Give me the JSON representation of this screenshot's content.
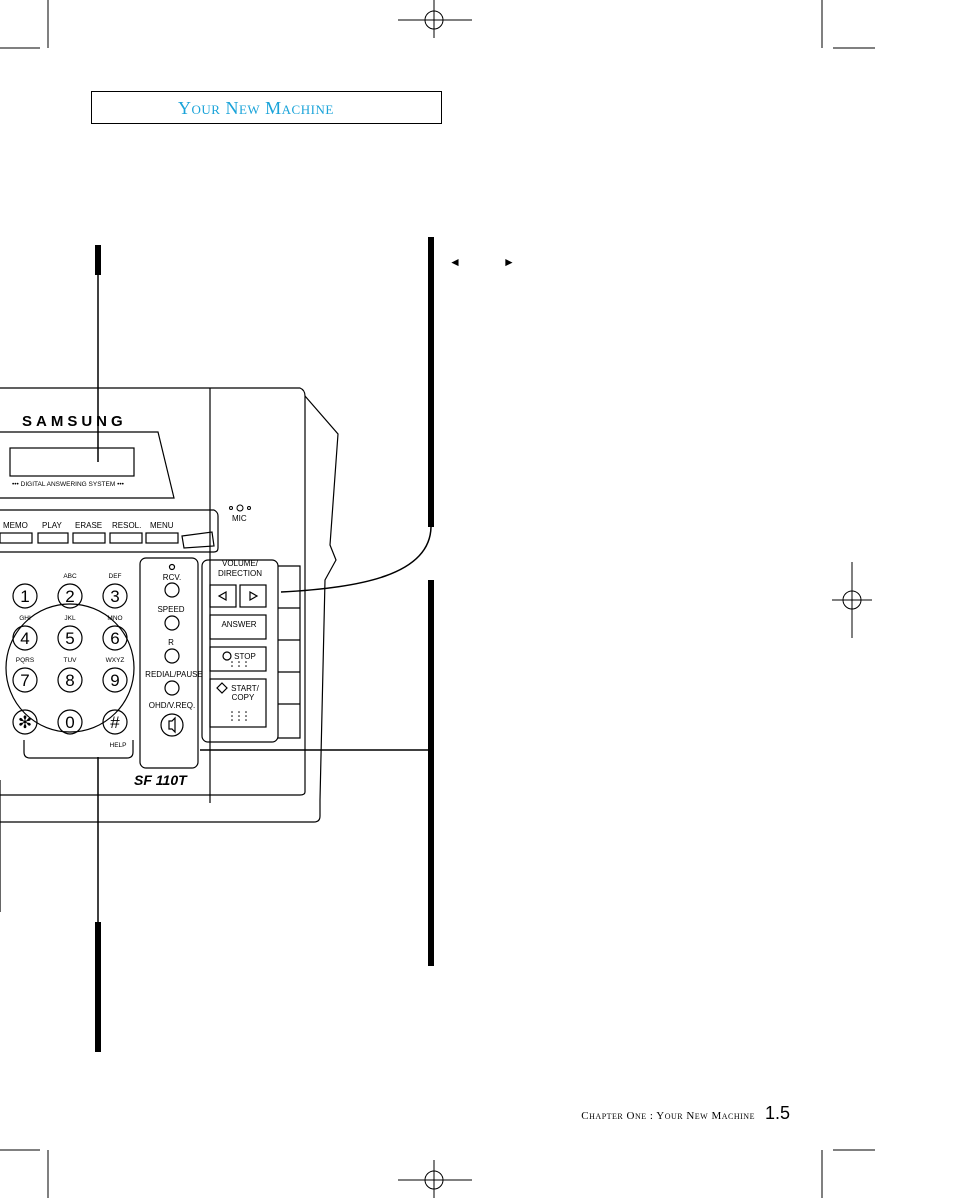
{
  "header": {
    "title": "Your New Machine"
  },
  "footer": {
    "chapter": "Chapter One : Your New Machine",
    "page": "1.5"
  },
  "callout": {
    "left_arrow": "◄",
    "right_arrow": "►"
  },
  "machine": {
    "brand": "SAMSUNG",
    "display_label": "••• DIGITAL ANSWERING SYSTEM •••",
    "mic_label": "MIC",
    "top_buttons": [
      "MEMO",
      "PLAY",
      "ERASE",
      "RESOL.",
      "MENU"
    ],
    "keypad": {
      "keys": [
        "1",
        "2",
        "3",
        "4",
        "5",
        "6",
        "7",
        "8",
        "9",
        "✻",
        "0",
        "#"
      ],
      "letters": [
        "ABC",
        "DEF",
        "GHI",
        "JKL",
        "MNO",
        "PQRS",
        "TUV",
        "WXYZ"
      ],
      "help_label": "HELP"
    },
    "function_buttons": [
      "RCV.",
      "SPEED",
      "R",
      "REDIAL/PAUSE",
      "OHD/V.REQ."
    ],
    "right_panel": {
      "volume_label_1": "VOLUME/",
      "volume_label_2": "DIRECTION",
      "answer_label": "ANSWER",
      "stop_label": "STOP",
      "start_label_1": "START/",
      "start_label_2": "COPY"
    },
    "model": "SF 110T"
  }
}
